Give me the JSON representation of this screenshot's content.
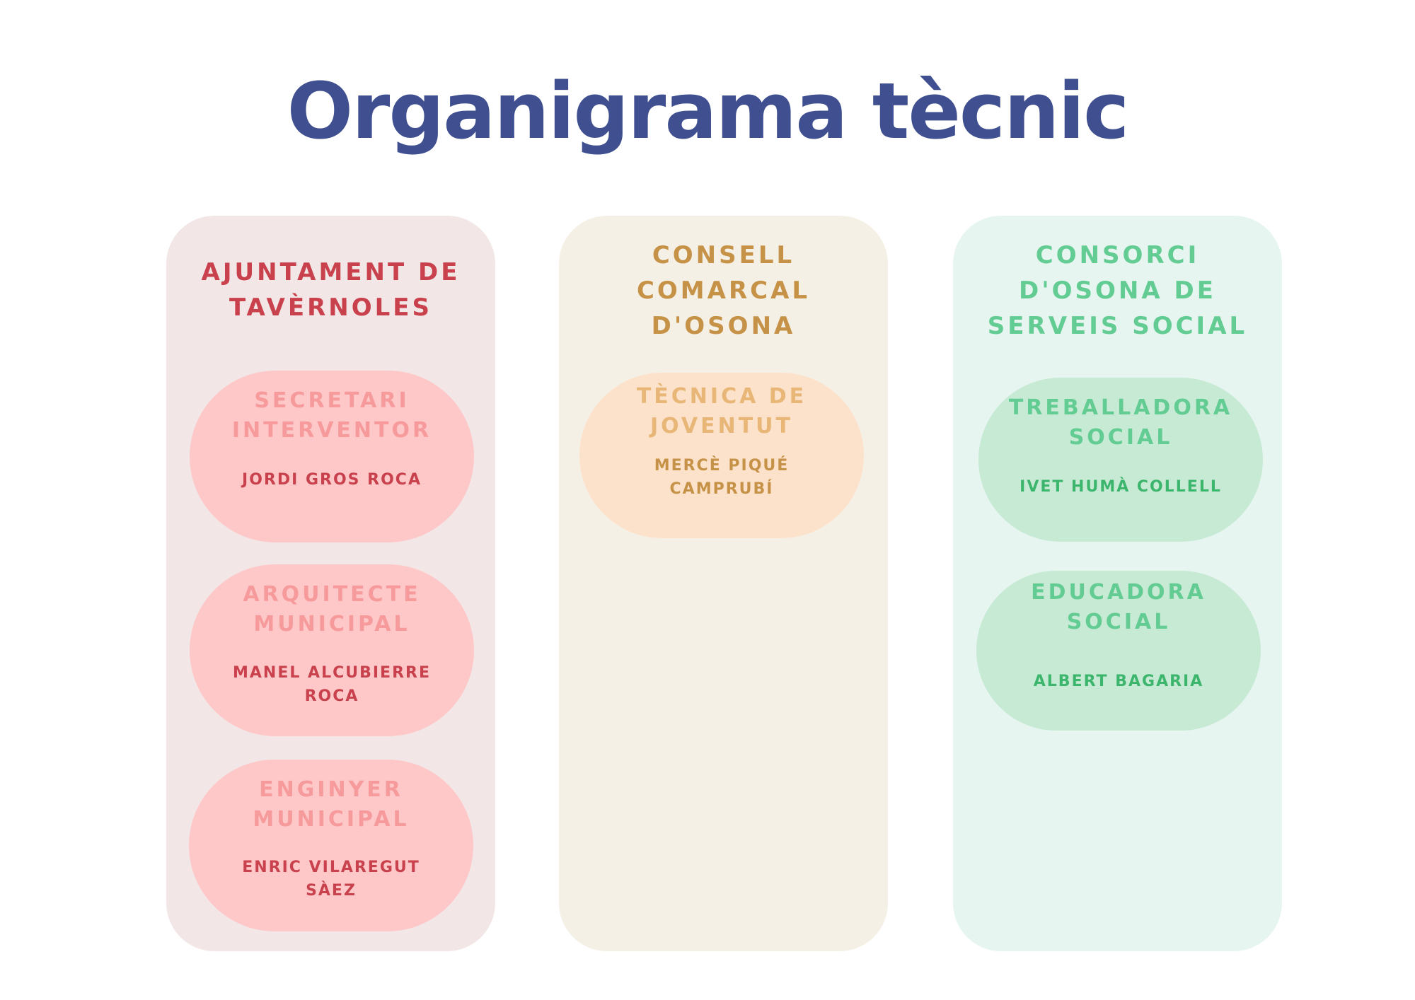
{
  "title": "Organigrama tècnic",
  "colors": {
    "title": "#3f4f8f",
    "red_panel": "#f3e6e6",
    "red_pill": "#fec8c9",
    "red_heading": "#c8414c",
    "red_role": "#f69a9c",
    "orange_panel": "#f5f0e6",
    "orange_pill": "#fde2cb",
    "orange_heading": "#c69247",
    "orange_role": "#e8b676",
    "green_panel": "#e6f5f0",
    "green_pill": "#c7ead5",
    "green_heading": "#63cc93",
    "green_person": "#3cb56d"
  },
  "columns": [
    {
      "title_lines": [
        "AJUNTAMENT DE",
        "TAVÈRNOLES"
      ],
      "positions": [
        {
          "role_lines": [
            "SECRETARI",
            "INTERVENTOR"
          ],
          "person_lines": [
            "JORDI GROS ROCA"
          ]
        },
        {
          "role_lines": [
            "ARQUITECTE",
            "MUNICIPAL"
          ],
          "person_lines": [
            "MANEL ALCUBIERRE",
            "ROCA"
          ]
        },
        {
          "role_lines": [
            "ENGINYER",
            "MUNICIPAL"
          ],
          "person_lines": [
            "ENRIC VILAREGUT",
            "SÀEZ"
          ]
        }
      ]
    },
    {
      "title_lines": [
        "CONSELL",
        "COMARCAL",
        "D'OSONA"
      ],
      "positions": [
        {
          "role_lines": [
            "TÈCNICA DE",
            "JOVENTUT"
          ],
          "person_lines": [
            "MERCÈ PIQUÉ",
            "CAMPRUBÍ"
          ]
        }
      ]
    },
    {
      "title_lines": [
        "CONSORCI",
        "D'OSONA DE",
        "SERVEIS SOCIAL"
      ],
      "positions": [
        {
          "role_lines": [
            "TREBALLADORA",
            "SOCIAL"
          ],
          "person_lines": [
            "IVET HUMÀ COLLELL"
          ]
        },
        {
          "role_lines": [
            "EDUCADORA",
            "SOCIAL"
          ],
          "person_lines": [
            "ALBERT BAGARIA"
          ]
        }
      ]
    }
  ]
}
